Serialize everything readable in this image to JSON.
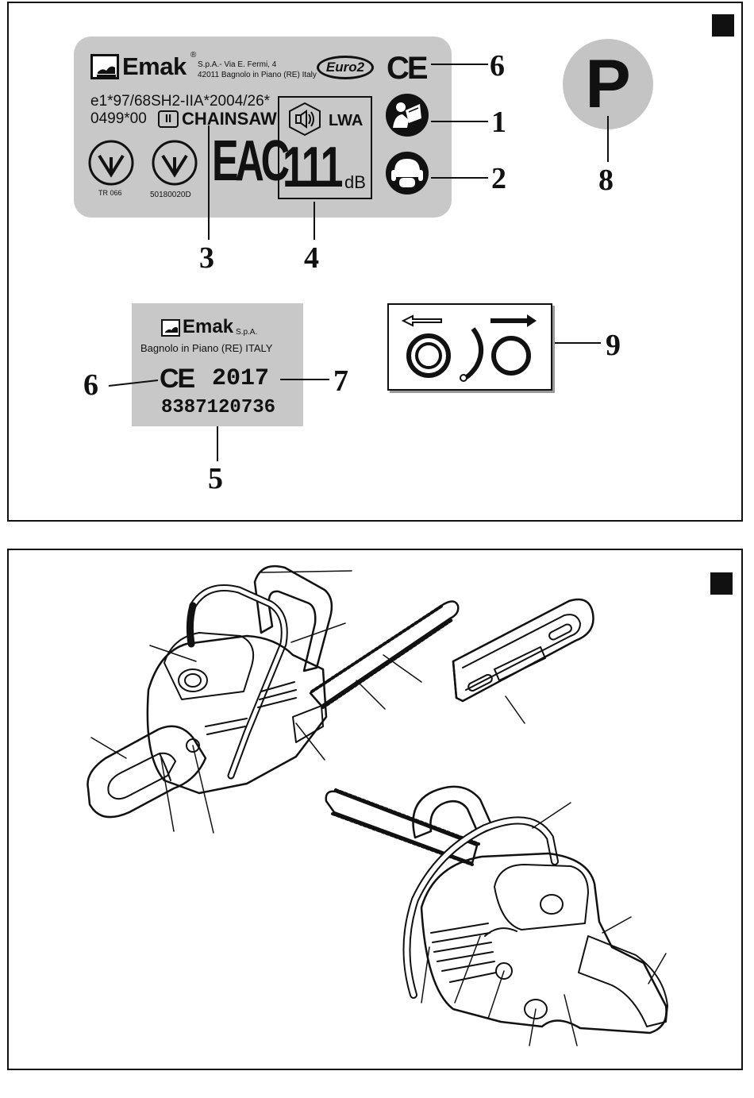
{
  "top_panel": {
    "main_label": {
      "brand": "Emak",
      "brand_mark": "®",
      "address_line1": "S.p.A.- Via E. Fermi, 4",
      "address_line2": "42011 Bagnolo in Piano (RE) Italy",
      "emission_badge": "Euro2",
      "ce_mark": "CE",
      "approval_line": "e1*97/68SH2-IIA*2004/26*",
      "approval_number": "0499*00",
      "class_mark": "II",
      "product": "CHAINSAW",
      "cert_1": "TR 066",
      "cert_2": "50180020D",
      "eac_mark": "EAC",
      "lwa_label": "LWA",
      "sound_value": "111",
      "sound_unit": "dB"
    },
    "p_symbol": "P",
    "small_label": {
      "brand": "Emak",
      "brand_suffix": "S.p.A.",
      "location": "Bagnolo in Piano (RE) ITALY",
      "ce_mark": "CE",
      "year": "2017",
      "serial": "8387120736"
    },
    "callouts": {
      "c1": "1",
      "c2": "2",
      "c3": "3",
      "c4": "4",
      "c5": "5",
      "c6a": "6",
      "c6b": "6",
      "c7": "7",
      "c8": "8",
      "c9": "9"
    }
  },
  "bottom_panel": {
    "icons": [
      "chainsaw-left-view",
      "chainsaw-right-view",
      "guide-bar-cover"
    ]
  },
  "colors": {
    "label_grey": "#c8c8c8",
    "ink": "#111111",
    "p_circle": "#c4c4c4"
  }
}
